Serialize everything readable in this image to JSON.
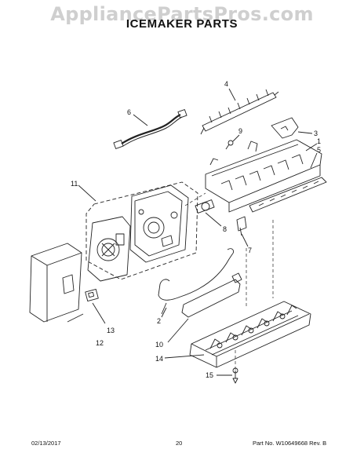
{
  "watermark": "AppliancePartsPros.com",
  "title": "ICEMAKER PARTS",
  "callouts": {
    "c1": "1",
    "c2": "2",
    "c3": "3",
    "c4": "4",
    "c5": "5",
    "c6": "6",
    "c7": "7",
    "c8": "8",
    "c9": "9",
    "c10": "10",
    "c11": "11",
    "c12": "12",
    "c13": "13",
    "c14": "14",
    "c15": "15"
  },
  "footer": {
    "date": "02/13/2017",
    "page": "20",
    "part_rev": "Part No. W10649668  Rev. B"
  }
}
